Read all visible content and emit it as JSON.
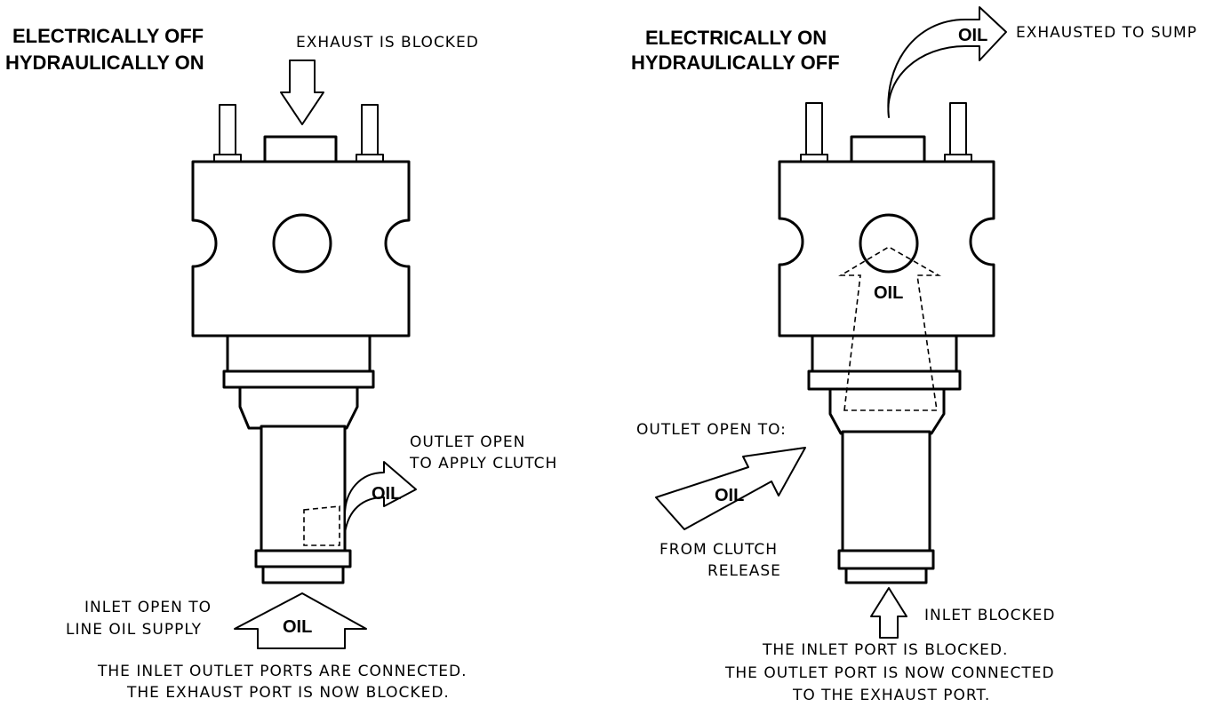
{
  "left": {
    "title_line1": "ELECTRICALLY OFF",
    "title_line2": "HYDRAULICALLY ON",
    "exhaust_label": "EXHAUST IS BLOCKED",
    "outlet_line1": "OUTLET OPEN",
    "outlet_line2": "TO APPLY CLUTCH",
    "outlet_oil": "OIL",
    "inlet_line1": "INLET OPEN TO",
    "inlet_line2": "LINE OIL SUPPLY",
    "inlet_oil": "OIL",
    "note_line1": "THE INLET OUTLET PORTS ARE CONNECTED.",
    "note_line2": "THE EXHAUST PORT IS NOW BLOCKED."
  },
  "right": {
    "title_line1": "ELECTRICALLY ON",
    "title_line2": "HYDRAULICALLY OFF",
    "exhaust_oil": "OIL",
    "exhaust_label": "EXHAUSTED TO SUMP",
    "inner_oil": "OIL",
    "outlet_label": "OUTLET OPEN TO:",
    "outlet_oil": "OIL",
    "from_line1": "FROM CLUTCH",
    "from_line2": "RELEASE",
    "inlet_label": "INLET BLOCKED",
    "note_line1": "THE INLET PORT IS BLOCKED.",
    "note_line2": "THE OUTLET PORT IS NOW CONNECTED",
    "note_line3": "TO THE EXHAUST PORT."
  }
}
